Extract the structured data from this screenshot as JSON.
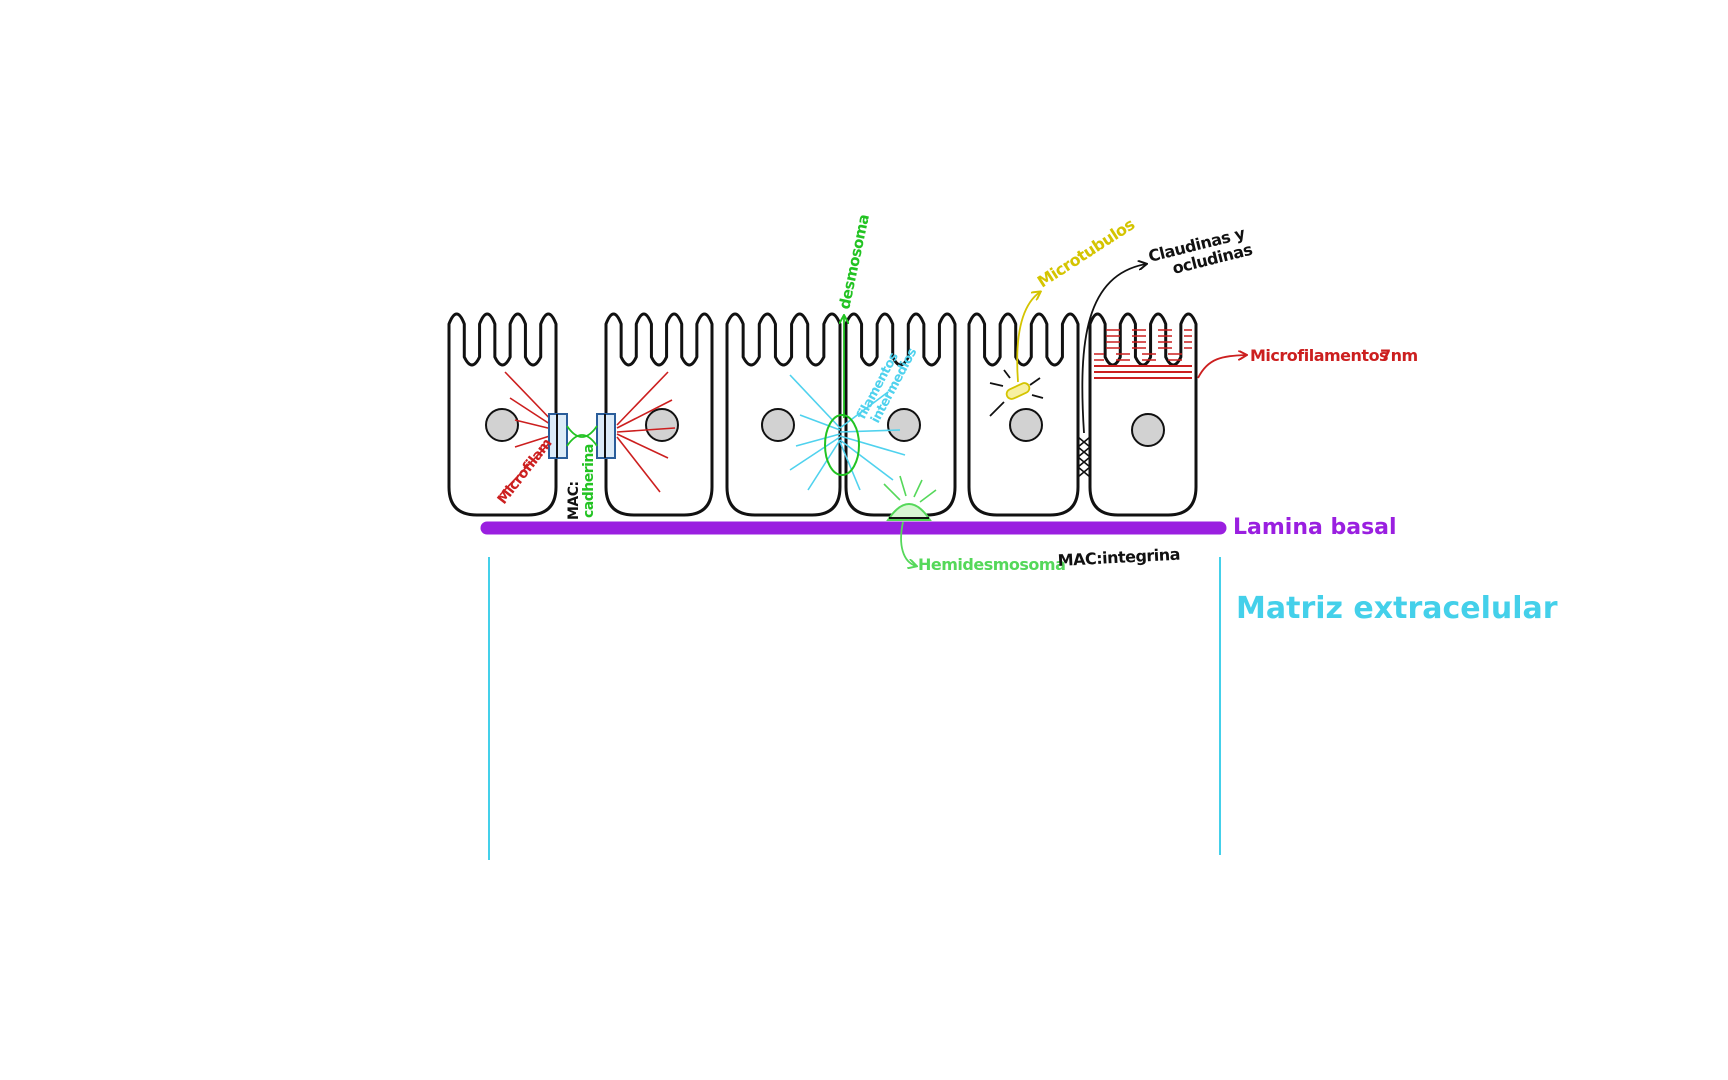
{
  "colors": {
    "outline": "#111111",
    "nucleus_fill": "#d2d2d2",
    "microfilament": "#cc1f1f",
    "cadherin_box": "#2a5d9a",
    "cadherin_fill": "#dcebf8",
    "desmosome": "#22c322",
    "intermediate_filament": "#4fd2ee",
    "microtubule": "#d4c400",
    "tight_junction": "#111111",
    "lamina_basal": "#9a1fe0",
    "hemidesmosome": "#55d85a",
    "matrix": "#44d0ea"
  },
  "labels": {
    "microfilam": "Microfilam",
    "mac_cadherina_1": "MAC:",
    "mac_cadherina_2": "cadherina",
    "desmosoma": "desmosoma",
    "filamentos_1": "filamentos",
    "filamentos_2": "intermedios",
    "microtubulos": "Microtubulos",
    "claudinas_1": "Claudinas y",
    "claudinas_2": "ocludinas",
    "microfilamentos": "Microfilamentos",
    "microfilamentos_size": "7nm",
    "lamina_basal": "Lamina basal",
    "hemidesmosoma": "Hemidesmosoma",
    "mac_integrina": "MAC:integrina",
    "matriz": "Matriz extracelular"
  }
}
